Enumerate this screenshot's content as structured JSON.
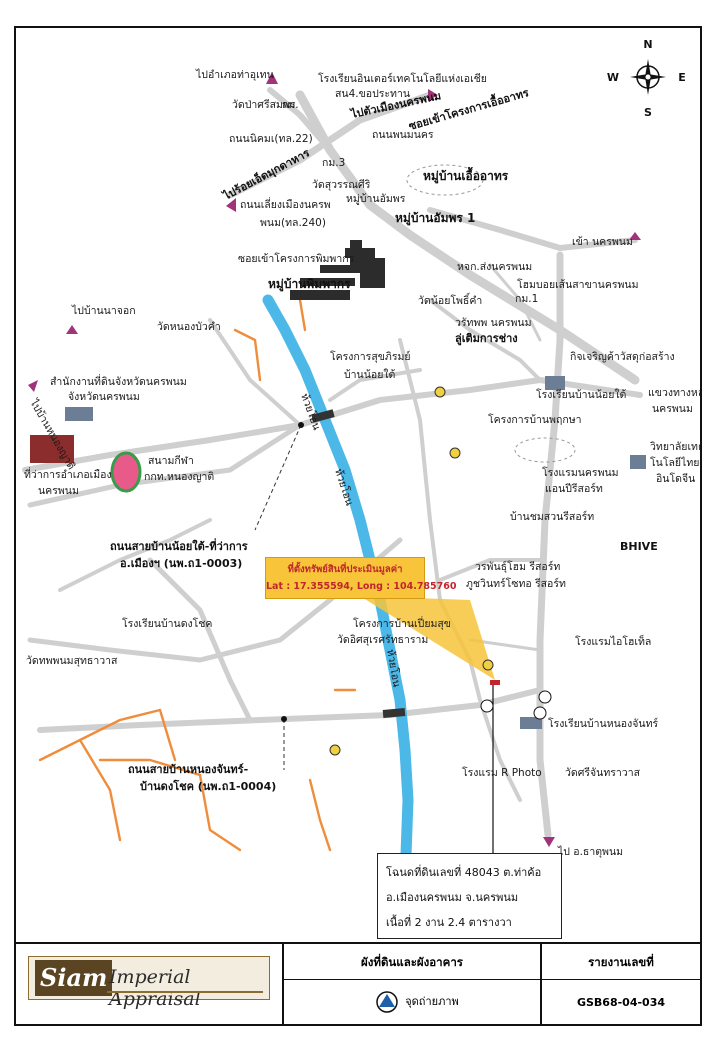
{
  "colors": {
    "river": "#4cb8e8",
    "road": "#cfcfcf",
    "secondary_road": "#ef8d3c",
    "callout": "#f7c43a",
    "callout_text": "#c0272d",
    "arrow": "#a0337a"
  },
  "compass": {
    "n": "N",
    "s": "S",
    "e": "E",
    "w": "W"
  },
  "labels": {
    "to_tha_uthen": "ไปอำเภอท่าอุเทน",
    "wat_pa_sri_somporn": "วัดป่าศรีสมพร",
    "school_intl": "โรงเรียนอินเตอร์เทคโนโลยีแห่งเอเชีย",
    "tax_office": "สน4.ขอประทาน",
    "km": "กม.",
    "to_city_center": "ไปตัวเมืองนครพนม",
    "to_surroundings": "ไปร้อยเอ็ดมุกดาหาร",
    "nikhom_road": "ถนนนิคมเ(ทล.22)",
    "road_to_project": "ซอยเข้าโครงการเอื้ออาทร",
    "road_nakhon_phanom": "ถนนพนมนคร",
    "village_ua_athon": "หมู่บ้านเอื้ออาทร",
    "km3": "กม.3",
    "wat_sutham": "วัดสุวรรณศีริ",
    "bypass_road": "ถนนเลี่ยงเมืองนครพ",
    "bypass_code": "พนม(ทล.240)",
    "village_amphon": "หมู่บ้านอัมพร",
    "village_amphon_1": "หมู่บ้านอัมพร 1",
    "to_nakhon_phanom": "เข้า นครพนม",
    "soi_phimphakon": "ซอยเข้าโครงการพิมพากร",
    "village_phimphakon": "หมู่บ้านพิมพากร",
    "hospital": "หจก.ส่งนครพนม",
    "dealer": "โฮมบอยเส้นสาขานครพนม",
    "km1": "กม.1",
    "to_ban_na_chok": "ไปบ้านนาจอก",
    "wat_noi_pho_kham": "วัดน้อยโพธิ์คำ",
    "warin": "วรัทพพ นครพนม",
    "builder": "ลู่เติมการช่าง",
    "kitcharoen": "กิจเจริญค้าวัสดุก่อสร้าง",
    "wat_nong_bua_kham": "วัดหนองบัวคำ",
    "project_suk": "โครงการสุขภิรมย์",
    "ban_noi_tai": "บ้านน้อยใต้",
    "land_office": "สำนักงานที่ดินจังหวัดนครพนม",
    "land_office_2": "จังหวัดนครพนม",
    "to_nakhon_phanom_2": "ไปบ้านหนองญาติ",
    "school_noi": "โรงเรียนบ้านน้อยใต้",
    "traffic_light": "แขวงทางหลวง",
    "traffic_light_2": "นครพนม",
    "project_ban_phrae": "โครงการบ้านพฤกษา",
    "college": "วิทยาลัยเทค",
    "college_2": "โนโลยีไทย-",
    "college_3": "อินโดจีน",
    "stadium": "สนามกีฬา",
    "stadium_2": "กกท.หนองญาติ",
    "district_office": "ที่ว่าการอำเภอเมือง",
    "district_office_2": "นครพนม",
    "hotel_nakhon": "โรงแรมนครพนม",
    "hotel_nakhon_2": "แอนปีรีสอร์ท",
    "river_label": "ห้วยโอน",
    "ban_somewan": "บ้านชมสวนรีสอร์ท",
    "road_noi_tai": "ถนนสายบ้านน้อยใต้-ที่ว่าการ",
    "road_noi_tai_code": "อ.เมืองฯ (นพ.ถ1-0003)",
    "bhive": "BHIVE",
    "wara": "วรพันธุ์โฮม รีสอร์ท",
    "phu_resort": "ภูชวินทร์โซทอ รีสอร์ท",
    "school_khong": "โรงเรียนบ้านดงโชค",
    "project_ban_nim": "โครงการบ้านเปี่ยมสุข",
    "wat_sri_thammaram": "วัดอิศสุเรศรัทธาราม",
    "hotel_hotshe": "โรงแรมไอโฮเท็ล",
    "wat_phanom": "วัดทพพนมสุทธาวาส",
    "school_nong_chan": "โรงเรียนบ้านหนองจันทร์",
    "road_nong_chan": "ถนนสายบ้านหนองจันทร์-",
    "road_nong_chan_2": "บ้านดงโชค (นพ.ถ1-0004)",
    "hotel_r_photo": "โรงแรม R Photo",
    "wat_sri_chan": "วัดศรีจันทราวาส",
    "to_that_phanom": "ไป อ.ธาตุพนม"
  },
  "callout": {
    "title": "ที่ตั้งทรัพย์สินที่ประเมินมูลค่า",
    "coords": "Lat : 17.355594, Long : 104.785760"
  },
  "title_deed": {
    "line1": "โฉนดที่ดินเลขที่  48043  ต.ท่าค้อ",
    "line2": "อ.เมืองนครพนม  จ.นครพนม",
    "line3": "เนื้อที่  2  งาน  2.4  ตารางวา"
  },
  "footer": {
    "logo_siam": "Siam",
    "logo_imperial": "Imperial Appraisal",
    "center_title": "ผังที่ดินและผังอาคาร",
    "center_sub": "จุดถ่ายภาพ",
    "right_title": "รายงานเลขที่",
    "report_no": "GSB68-04-034"
  }
}
